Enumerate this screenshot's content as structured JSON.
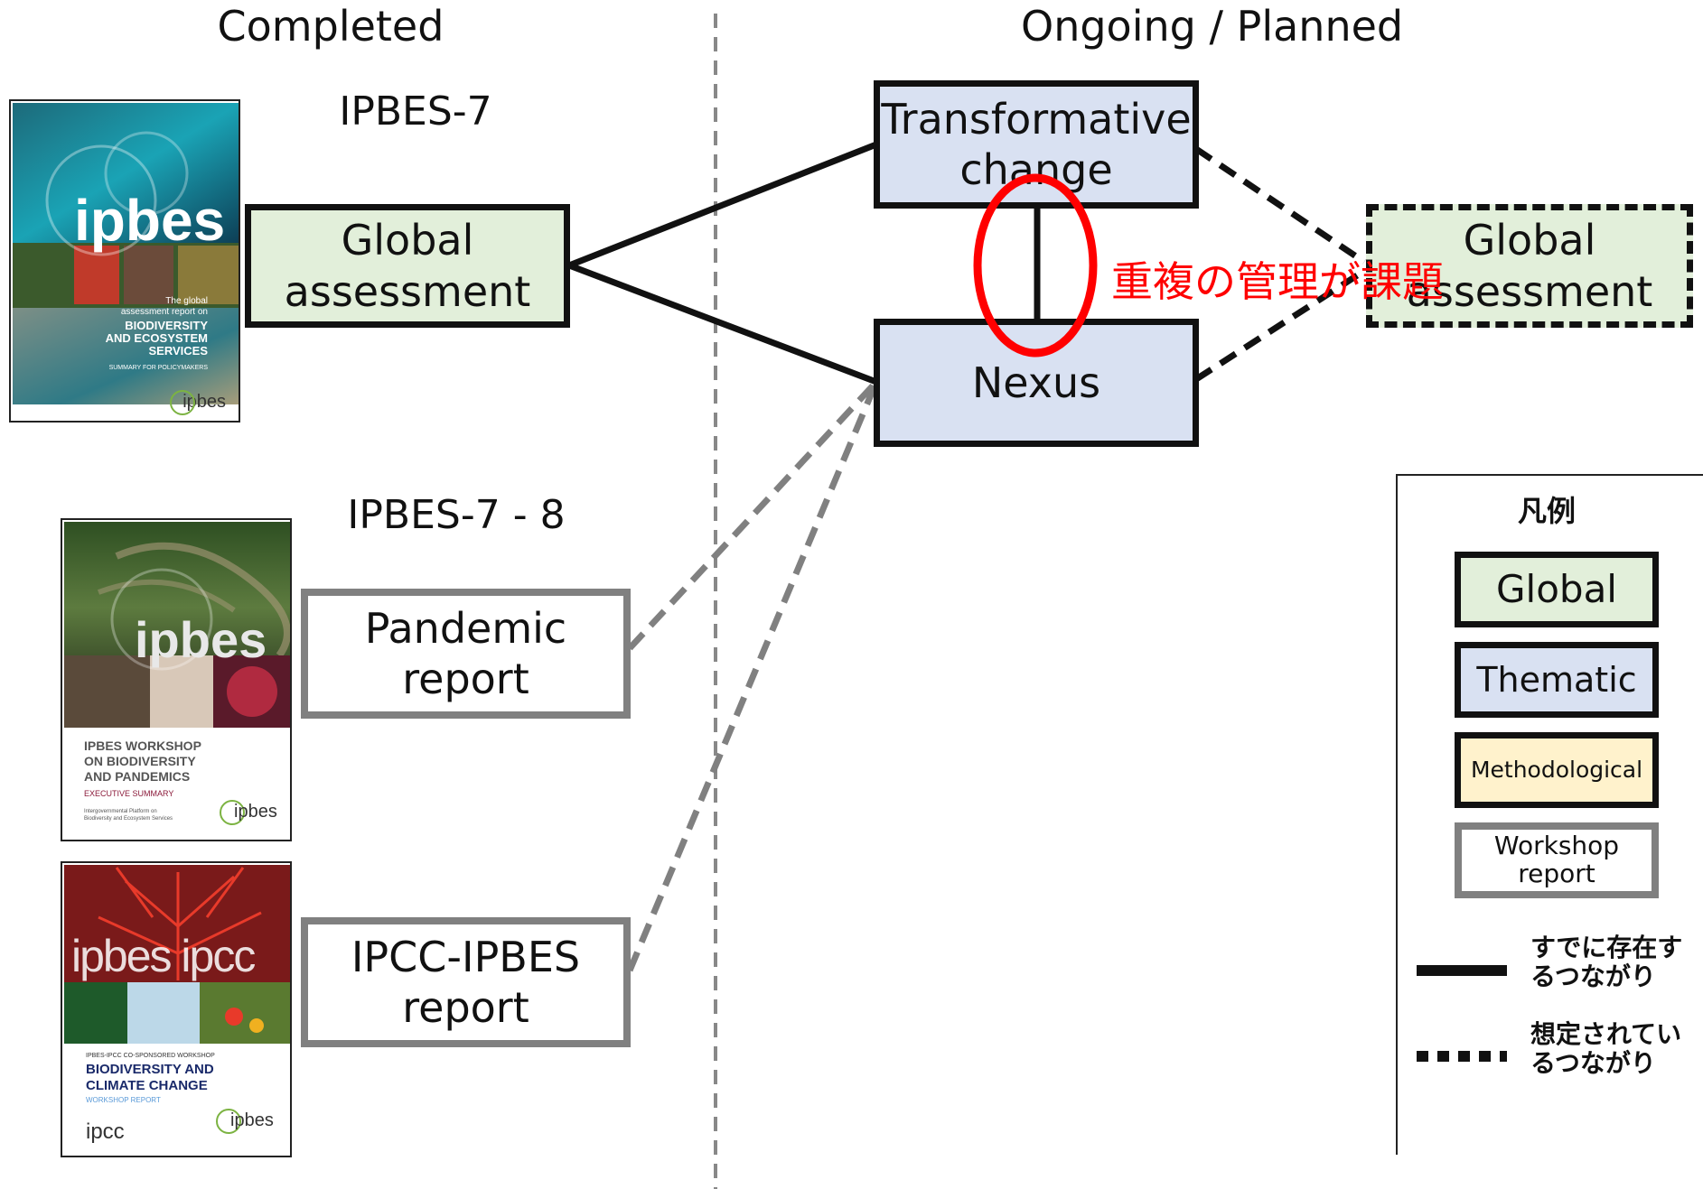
{
  "headers": {
    "completed": "Completed",
    "ongoing": "Ongoing / Planned"
  },
  "meetings": {
    "ipbes7": "IPBES-7",
    "ipbes78": "IPBES-7 - 8"
  },
  "completed_nodes": {
    "global_assessment": [
      "Global",
      "assessment"
    ],
    "pandemic_report": [
      "Pandemic",
      "report"
    ],
    "ipcc_ipbes_report": [
      "IPCC-IPBES",
      "report"
    ]
  },
  "ongoing_nodes": {
    "transformative_change": [
      "Transformative",
      "change"
    ],
    "nexus": "Nexus",
    "future_global_assessment": [
      "Global",
      "assessment"
    ]
  },
  "annotation": "重複の管理が課題",
  "covers": {
    "global": {
      "brand": "ipbes",
      "subtitle": [
        "The global",
        "assessment report on"
      ],
      "title": [
        "BIODIVERSITY",
        "AND ECOSYSTEM",
        "SERVICES"
      ],
      "summary": "SUMMARY FOR POLICYMAKERS",
      "logo": "ipbes"
    },
    "pandemic": {
      "brand": "ipbes",
      "title": [
        "IPBES WORKSHOP",
        "ON BIODIVERSITY",
        "AND PANDEMICS"
      ],
      "summary": "EXECUTIVE SUMMARY",
      "platform": [
        "Intergovernmental Platform on",
        "Biodiversity and Ecosystem Services"
      ],
      "logo": "ipbes"
    },
    "climate": {
      "brand": "ipbes ipcc",
      "cosponsored": "IPBES-IPCC CO-SPONSORED WORKSHOP",
      "title": [
        "BIODIVERSITY AND",
        "CLIMATE CHANGE"
      ],
      "report": "WORKSHOP REPORT",
      "logo_left": "ipcc",
      "logo_right": "ipbes"
    }
  },
  "legend": {
    "title": "凡例",
    "global": "Global",
    "thematic": "Thematic",
    "methodological": "Methodological",
    "workshop": [
      "Workshop",
      "report"
    ],
    "existing": [
      "すでに存在す",
      "るつながり"
    ],
    "assumed": [
      "想定されてい",
      "るつながり"
    ]
  },
  "colors": {
    "global_fill": "#e2efda",
    "thematic_fill": "#d9e1f2",
    "methodological_fill": "#fff2cc",
    "workshop_border": "#808080",
    "annotation": "#ff0000"
  }
}
